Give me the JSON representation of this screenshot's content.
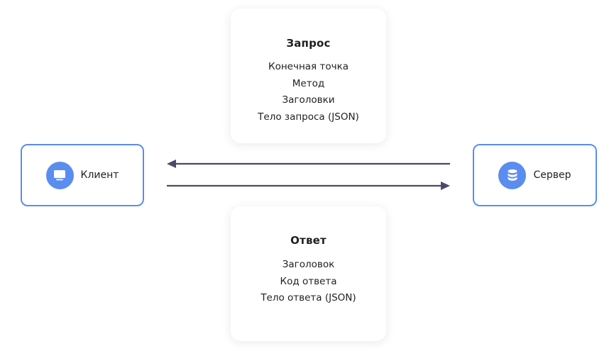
{
  "colors": {
    "accent": "#5b8cf0",
    "arrow": "#4a4a68",
    "text": "#1f1f1f"
  },
  "request": {
    "title": "Запрос",
    "items": [
      "Конечная точка",
      "Метод",
      "Заголовки",
      "Тело запроса (JSON)"
    ]
  },
  "response": {
    "title": "Ответ",
    "items": [
      "Заголовок",
      "Код ответа",
      "Тело ответа (JSON)"
    ]
  },
  "client": {
    "label": "Клиент",
    "icon": "monitor-icon"
  },
  "server": {
    "label": "Сервер",
    "icon": "database-icon"
  },
  "arrows": [
    {
      "from": "server",
      "to": "client",
      "name": "response-arrow"
    },
    {
      "from": "client",
      "to": "server",
      "name": "request-arrow"
    }
  ]
}
